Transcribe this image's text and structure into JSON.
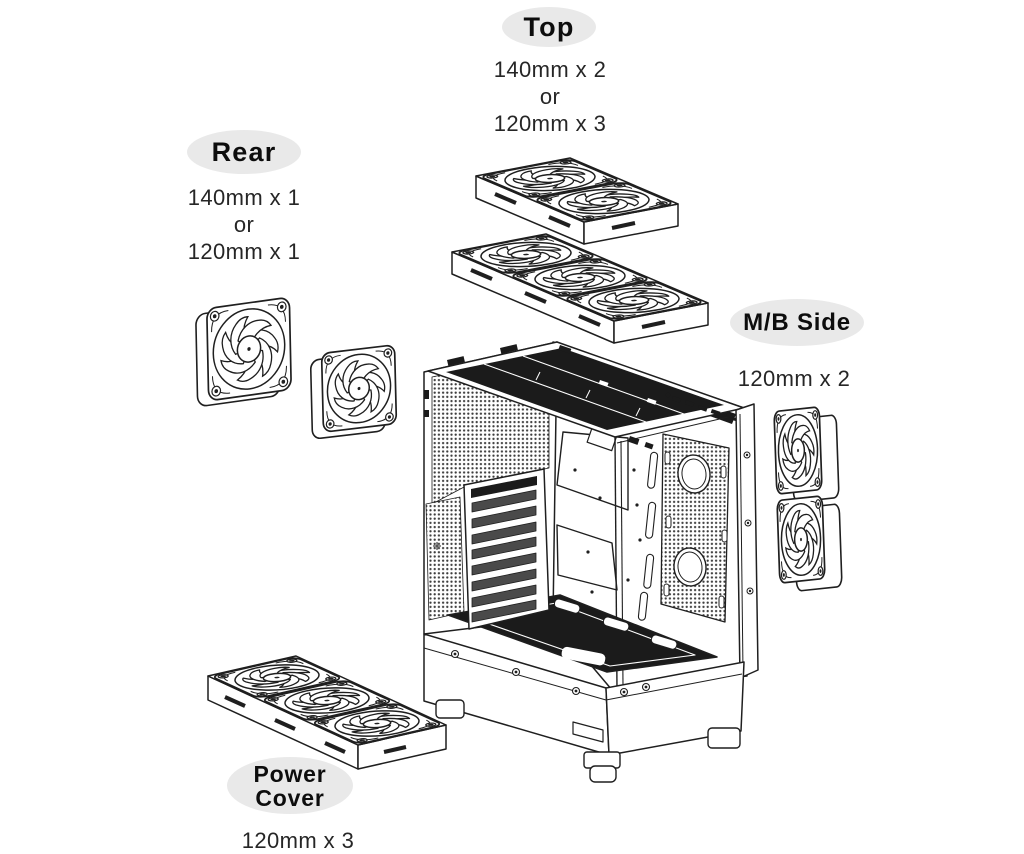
{
  "page": {
    "background": "#ffffff"
  },
  "labels": {
    "top": {
      "name": "Top",
      "line1": "140mm x 2",
      "line2": "or",
      "line3": "120mm x 3"
    },
    "rear": {
      "name": "Rear",
      "line1": "140mm x 1",
      "line2": "or",
      "line3": "120mm x 1"
    },
    "mb_side": {
      "name": "M/B Side",
      "line1": "120mm x 2"
    },
    "power_cover": {
      "name_line1": "Power",
      "name_line2": "Cover",
      "line1": "120mm x 3"
    }
  },
  "colors": {
    "label_background": "#e9e9e9",
    "line_art": "#1f1f1f",
    "vent_fill": "#1b1b1b",
    "slat_fill": "#4a4a4a",
    "text": "#1a1a1a"
  },
  "illustration": {
    "subject": "pc-case-fan-mounting-diagram",
    "fan_groups": [
      {
        "id": "rear",
        "fan_count": 2
      },
      {
        "id": "top",
        "fan_count": 5
      },
      {
        "id": "mb_side",
        "fan_count": 2
      },
      {
        "id": "power_cover",
        "fan_count": 3
      }
    ]
  }
}
